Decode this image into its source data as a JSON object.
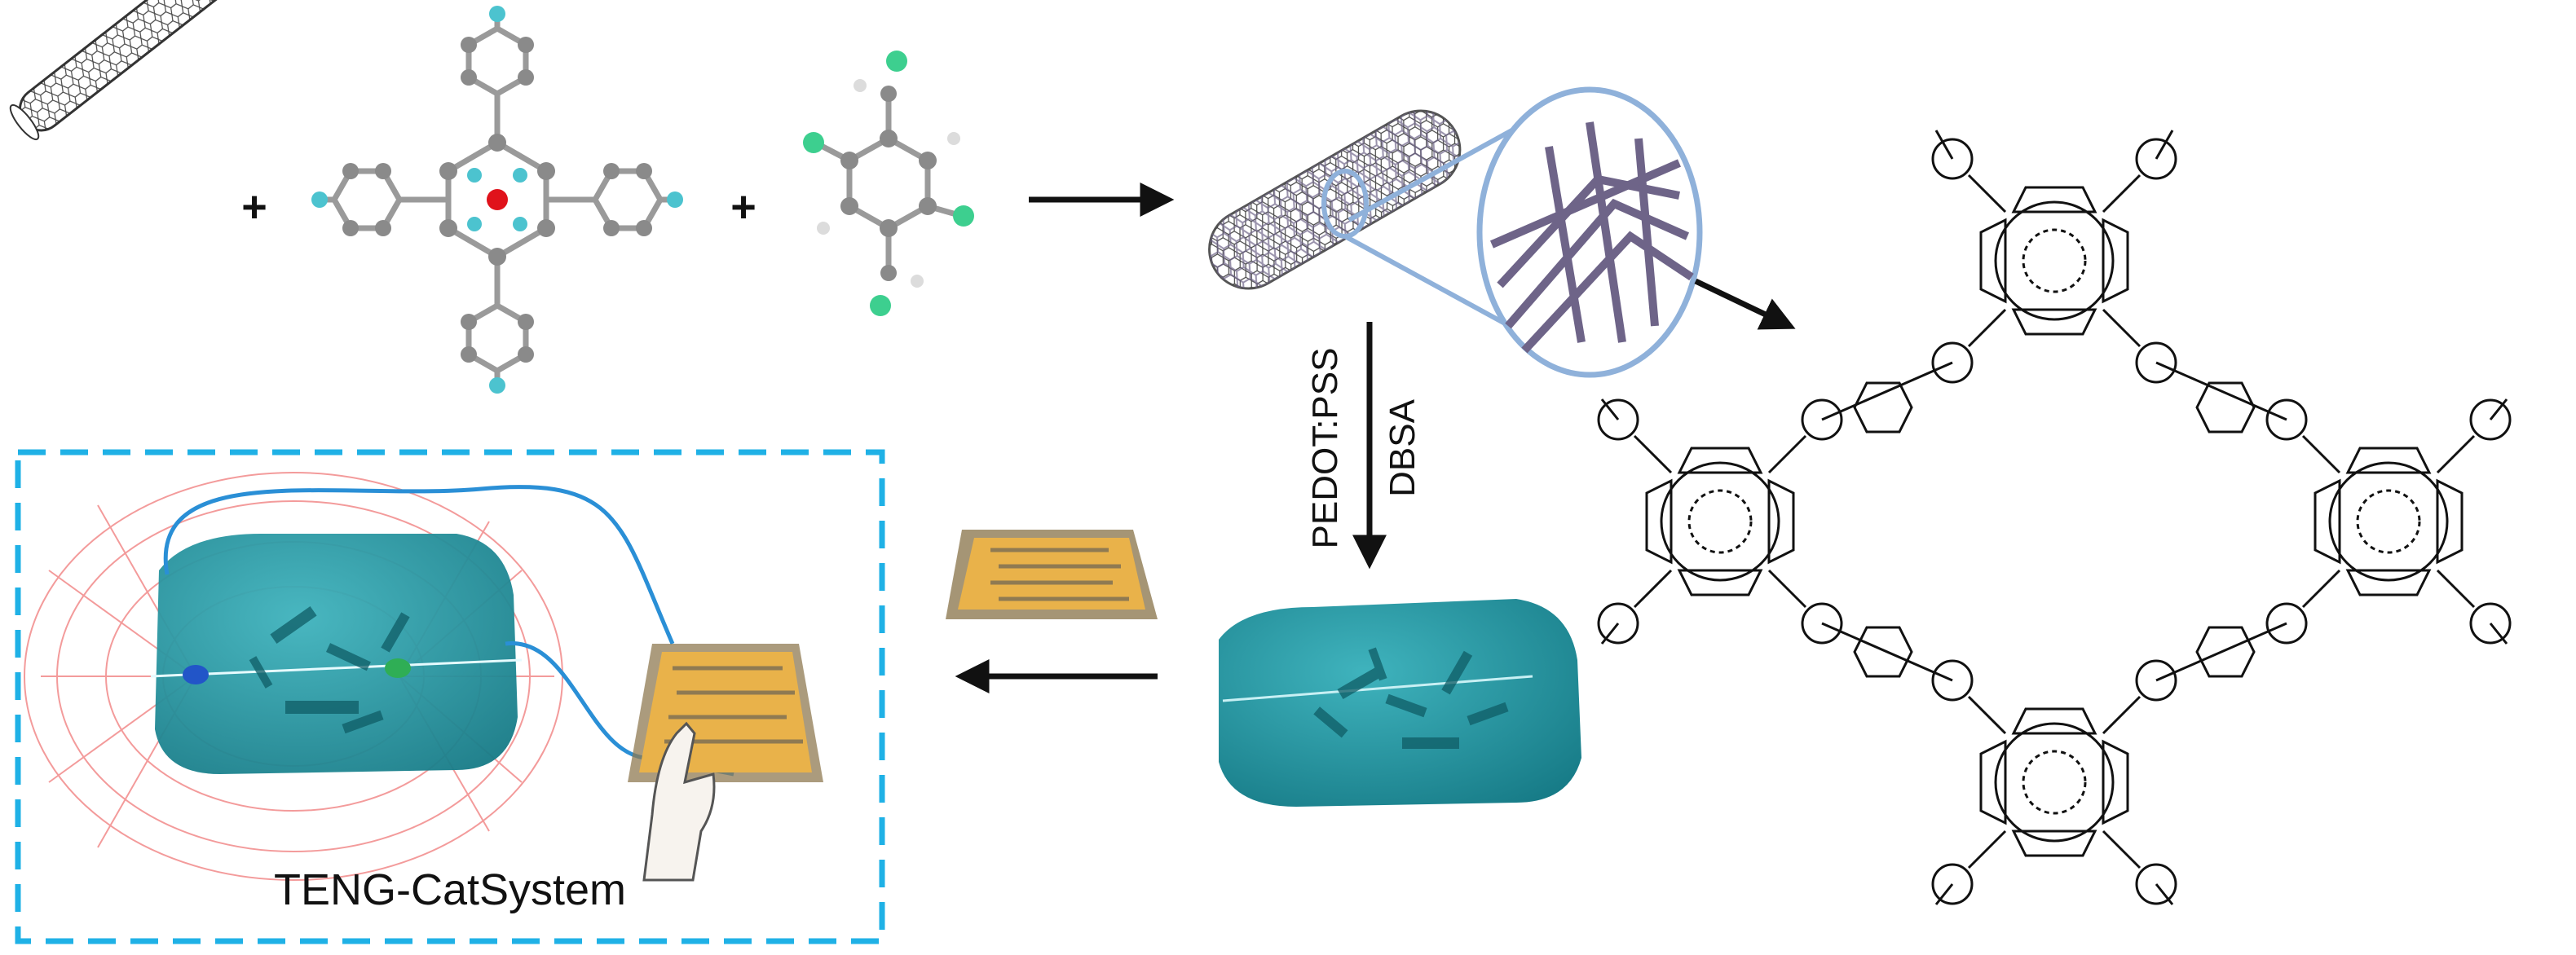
{
  "labels": {
    "plus_1": "+",
    "plus_2": "+",
    "step_reagent_1": "PEDOT:PSS",
    "step_reagent_2": "DBSA",
    "system_title": "TENG-CatSystem"
  },
  "icons": [
    "carbon-nanotube-icon",
    "porphyrin-monomer-icon",
    "linker-monomer-icon",
    "cnt-cof-composite-icon",
    "hydrogel-block-icon",
    "interdigitated-electrode-icon",
    "finger-icon",
    "cof-framework-structure-icon"
  ],
  "colors": {
    "frame_dash": "#1fb1e6",
    "hydrogel": "#1f93a0",
    "wire": "#2a8fd6",
    "field_lines": "#f28a8a",
    "electrode_gold": "#e9b24a",
    "electrode_base": "#8f7a52",
    "cof_mesh": "#6e6488",
    "zoom_ring": "#8fb1da",
    "atom_carbon": "#8a8a8a",
    "atom_nitrogen": "#4cc3cf",
    "atom_metal": "#e0121b",
    "atom_oxygen": "#3dcf8f"
  }
}
